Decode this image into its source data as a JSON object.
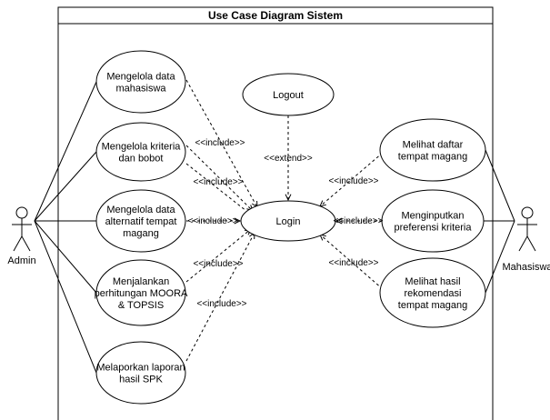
{
  "system": {
    "title": "Use Case Diagram Sistem"
  },
  "actors": [
    {
      "id": "admin",
      "label": "Admin"
    },
    {
      "id": "mhs",
      "label": "Mahasiswa"
    }
  ],
  "use_cases": [
    {
      "id": "uc1",
      "lines": [
        "Mengelola data",
        "mahasiswa"
      ]
    },
    {
      "id": "uc2",
      "lines": [
        "Mengelola kriteria",
        "dan bobot"
      ]
    },
    {
      "id": "uc3",
      "lines": [
        "Mengelola data",
        "alternatif tempat",
        "magang"
      ]
    },
    {
      "id": "uc4",
      "lines": [
        "Menjalankan",
        "perhitungan MOORA",
        "& TOPSIS"
      ]
    },
    {
      "id": "uc5",
      "lines": [
        "Melaporkan laporan",
        "hasil SPK"
      ]
    },
    {
      "id": "logout",
      "lines": [
        "Logout"
      ]
    },
    {
      "id": "login",
      "lines": [
        "Login"
      ]
    },
    {
      "id": "uc6",
      "lines": [
        "Melihat daftar",
        "tempat magang"
      ]
    },
    {
      "id": "uc7",
      "lines": [
        "Menginputkan",
        "preferensi kriteria"
      ]
    },
    {
      "id": "uc8",
      "lines": [
        "Melihat hasil",
        "rekomendasi",
        "tempat magang"
      ]
    }
  ],
  "associations": [
    {
      "actor": "admin",
      "use_case": "uc1"
    },
    {
      "actor": "admin",
      "use_case": "uc2"
    },
    {
      "actor": "admin",
      "use_case": "uc3"
    },
    {
      "actor": "admin",
      "use_case": "uc4"
    },
    {
      "actor": "admin",
      "use_case": "uc5"
    },
    {
      "actor": "mhs",
      "use_case": "uc6"
    },
    {
      "actor": "mhs",
      "use_case": "uc7"
    },
    {
      "actor": "mhs",
      "use_case": "uc8"
    }
  ],
  "relations": [
    {
      "id": "r1",
      "from": "uc1",
      "to": "login",
      "label": ""
    },
    {
      "id": "r2",
      "from": "uc2",
      "to": "login",
      "label": "<<include>>"
    },
    {
      "id": "r3",
      "from": "uc2",
      "to": "login",
      "label": "<<include>>"
    },
    {
      "id": "r4",
      "from": "uc3",
      "to": "login",
      "label": "<<include>>"
    },
    {
      "id": "r5",
      "from": "uc4",
      "to": "login",
      "label": "<<include>>"
    },
    {
      "id": "r6",
      "from": "uc5",
      "to": "login",
      "label": "<<include>>"
    },
    {
      "id": "r7",
      "from": "logout",
      "to": "login",
      "label": "<<extend>>"
    },
    {
      "id": "r8",
      "from": "uc6",
      "to": "login",
      "label": "<<include>>"
    },
    {
      "id": "r9",
      "from": "uc7",
      "to": "login",
      "label": "<<include>>"
    },
    {
      "id": "r10",
      "from": "uc8",
      "to": "login",
      "label": "<<include>>"
    }
  ]
}
